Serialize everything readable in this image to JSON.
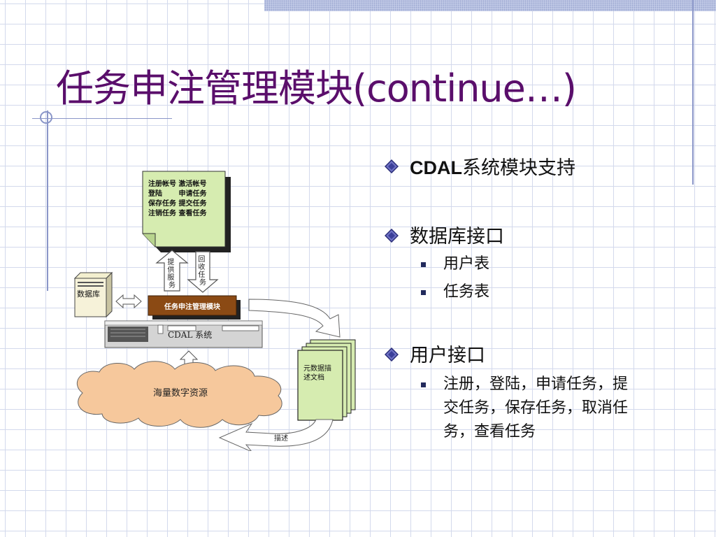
{
  "slide": {
    "title": "任务申注管理模块(continue…)"
  },
  "figure": {
    "doc_items": [
      "注册帐号 激活帐号",
      "登陆　　 申请任务",
      "保存任务 提交任务",
      "注销任务 查看任务"
    ],
    "provide_service": "提供服务",
    "recycle_task": "回收任务",
    "database": "数据库",
    "module_label": "任务申注管理模块",
    "system_label": "CDAL 系统",
    "metadata_doc": [
      "元数据描",
      "述文档"
    ],
    "cloud_label": "海量数字资源",
    "describe": "描述"
  },
  "bullets": {
    "cdal_bold": "CDAL",
    "cdal_rest": "系统模块支持",
    "db_interface": "数据库接口",
    "user_table": "用户表",
    "task_table": "任务表",
    "user_interface": "用户接口",
    "ops": "注册，登陆，申请任务，提交任务，保存任务，取消任务，查看任务"
  },
  "colors": {
    "title": "#5a0e6b",
    "grid": "#d3d9ec",
    "doc_fill": "#d6ecb0",
    "module_fill": "#8b4a14",
    "cloud_fill": "#f6c89c",
    "bullet_diamond": "#3b3f9a"
  }
}
